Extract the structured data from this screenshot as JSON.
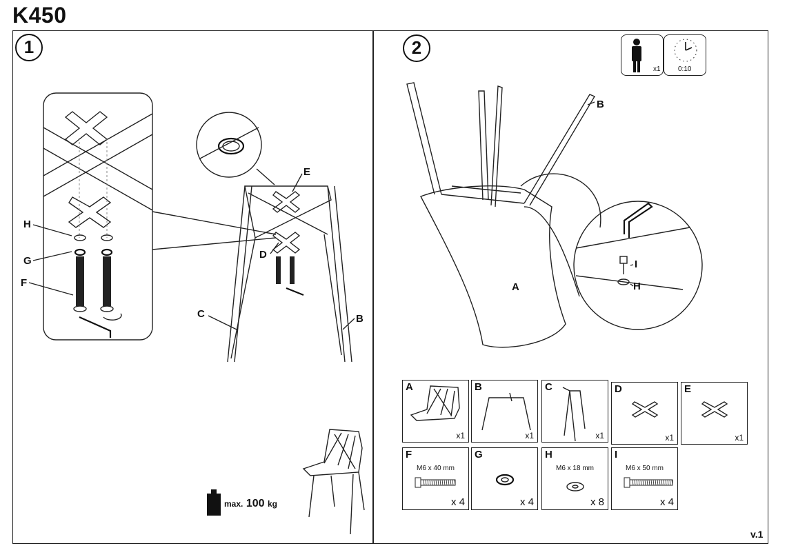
{
  "title": "K450",
  "version": "v.1",
  "step1": {
    "number": "1",
    "labels": {
      "H": "H",
      "G": "G",
      "F": "F",
      "E": "E",
      "D": "D",
      "C": "C",
      "B": "B"
    },
    "max_load": {
      "prefix": "max.",
      "value": "100",
      "unit": "kg"
    }
  },
  "step2": {
    "number": "2",
    "persons": "x1",
    "time": "0:10",
    "labels": {
      "A": "A",
      "B": "B",
      "I": "I",
      "H": "H"
    }
  },
  "parts": [
    {
      "letter": "A",
      "qty": "x1",
      "spec": ""
    },
    {
      "letter": "B",
      "qty": "x1",
      "spec": ""
    },
    {
      "letter": "C",
      "qty": "x1",
      "spec": ""
    },
    {
      "letter": "D",
      "qty": "x1",
      "spec": ""
    },
    {
      "letter": "E",
      "qty": "x1",
      "spec": ""
    },
    {
      "letter": "F",
      "qty": "x 4",
      "spec": "M6    x 40  mm"
    },
    {
      "letter": "G",
      "qty": "x 4",
      "spec": ""
    },
    {
      "letter": "H",
      "qty": "x 8",
      "spec": "M6   x 18  mm"
    },
    {
      "letter": "I",
      "qty": "x 4",
      "spec": "M6    x 50  mm"
    }
  ],
  "icons": [
    "person-icon",
    "clock-icon",
    "weight-icon",
    "allen-key-icon"
  ]
}
